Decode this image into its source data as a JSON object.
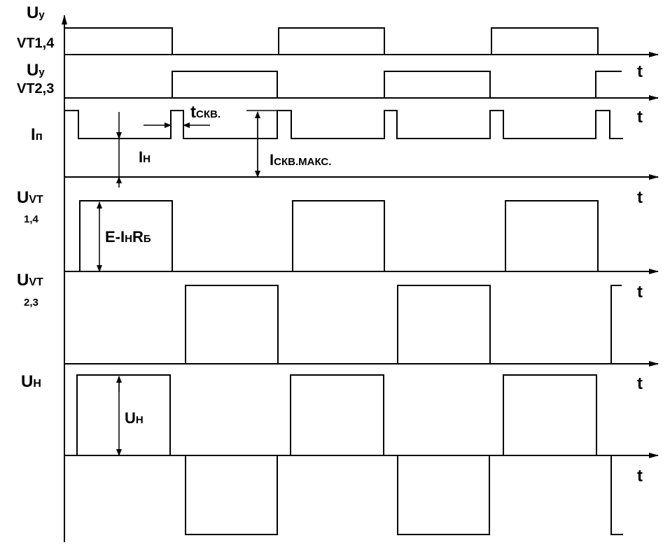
{
  "time_label": "t",
  "channels": {
    "uy_vt14": {
      "label": "U",
      "sub": "у",
      "label2": "VT1,4"
    },
    "uy_vt23": {
      "label": "U",
      "sub": "у",
      "label2": "VT2,3"
    },
    "ip": {
      "label": "I",
      "sub": "п"
    },
    "uvt14": {
      "label": "U",
      "sub": "VT",
      "label2": "1,4"
    },
    "uvt23": {
      "label": "U",
      "sub": "VT",
      "label2": "2,3"
    },
    "uh": {
      "label": "U",
      "sub": "Н"
    }
  },
  "annotations": {
    "t_skv": {
      "main": "t",
      "sub": "СКВ."
    },
    "i_h": {
      "main": "I",
      "sub": "Н"
    },
    "i_skv_max": {
      "main": "I",
      "sub": "СКВ.МАКС."
    },
    "e_ihrb": {
      "p1": "E-I",
      "p2": "Н",
      "p3": "R",
      "p4": "Б"
    },
    "u_h": {
      "main": "U",
      "sub": "Н"
    }
  }
}
